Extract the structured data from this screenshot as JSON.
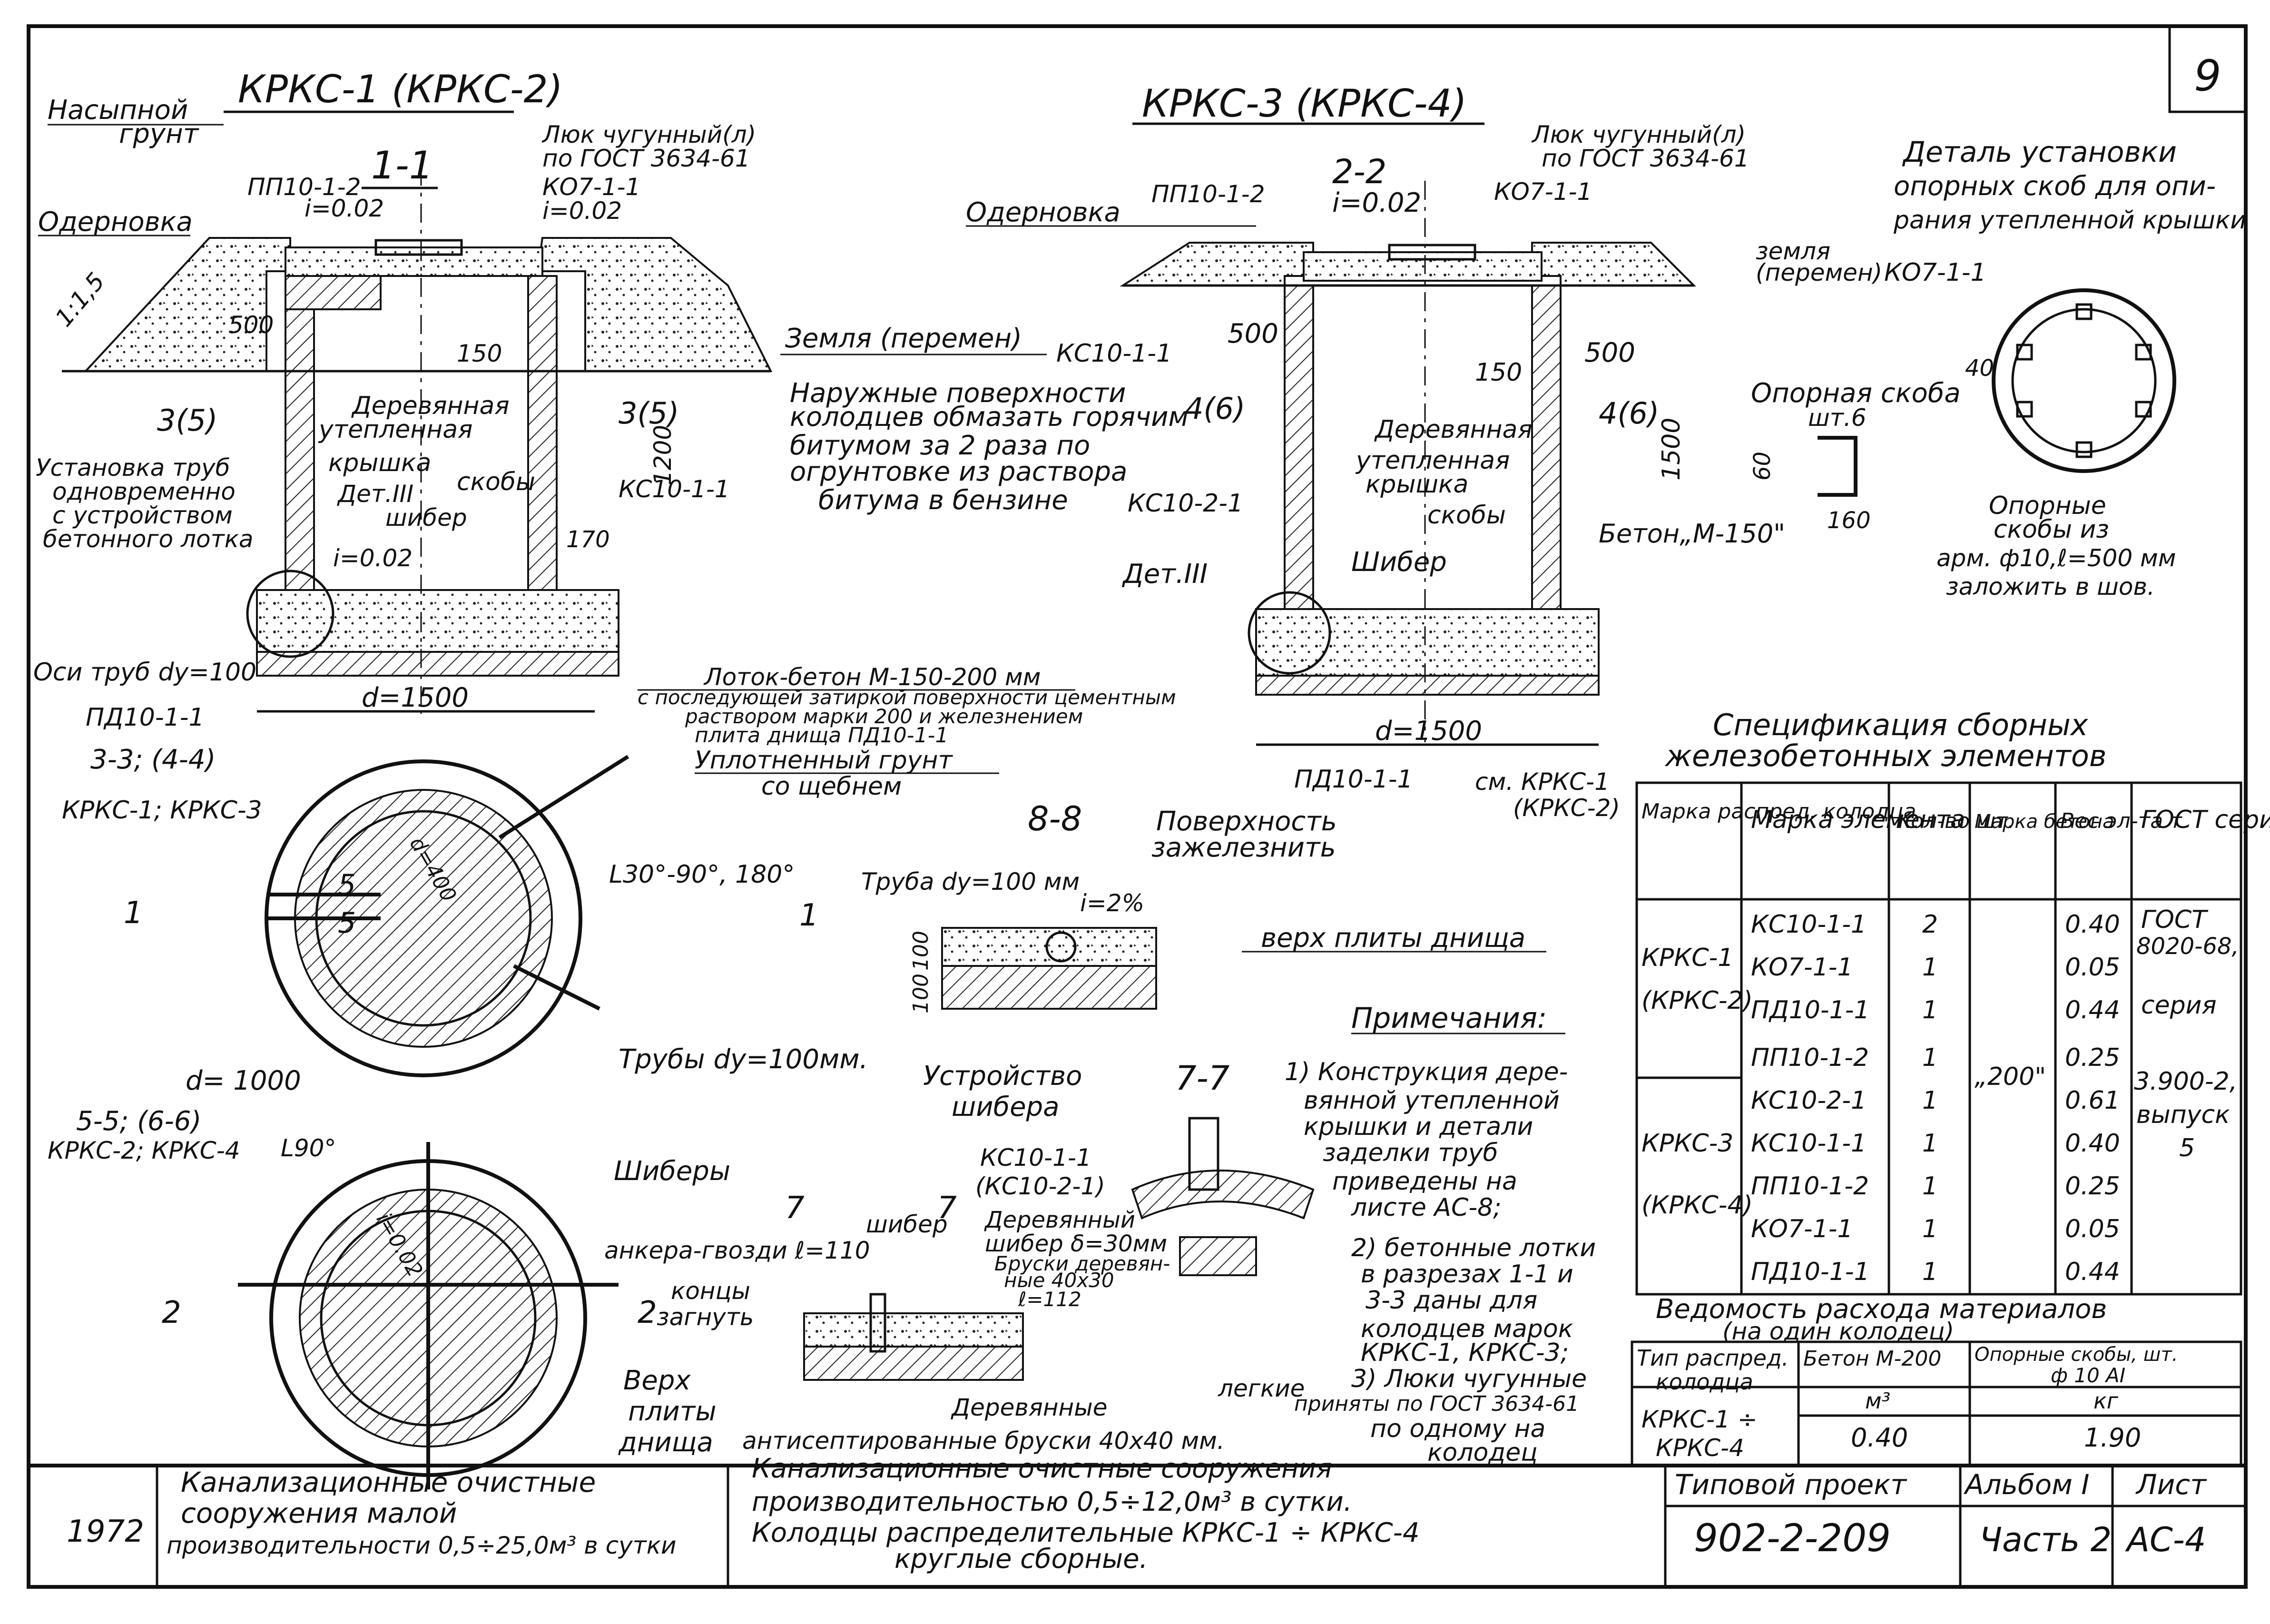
{
  "sheet_number": "9",
  "left_section": {
    "title": "КРКС-1 (КРКС-2)",
    "section": "1-1",
    "labels": {
      "fill_soil_1": "Насыпной",
      "fill_soil_2": "грунт",
      "turf": "Одерновка",
      "slope": "1:1,5",
      "plate": "ПП10-1-2",
      "slope_i": "i=0.02",
      "hatch_1": "Люк чугунный(л)",
      "hatch_2": "по ГОСТ 3634-61",
      "ko": "КО7-1-1",
      "ko_slope": "i=0.02",
      "dim_500": "500",
      "dim_150": "150",
      "dim_1200": "1200",
      "dim_170": "170",
      "ground": "Земля (перемен)",
      "cut_left": "3(5)",
      "cut_right": "3(5)",
      "wood_cover_1": "Деревянная",
      "wood_cover_2": "утепленная",
      "wood_cover_3": "крышка",
      "brackets": "скобы",
      "ks": "КС10-1-1",
      "pipes_1": "Установка труб",
      "pipes_2": "одновременно",
      "pipes_3": "с устройством",
      "pipes_4": "бетонного лотка",
      "det": "Дет.III",
      "gate": "шибер",
      "slope_i2": "i=0.02",
      "pipe_axis": "Оси труб dу=100",
      "pd": "ПД10-1-1",
      "diam": "d=1500"
    }
  },
  "mid_notes": {
    "outer_1": "Наружные поверхности",
    "outer_2": "колодцев обмазать горячим",
    "outer_3": "битумом за 2 раза по",
    "outer_4": "огрунтовке из раствора",
    "outer_5": "битума в бензине",
    "tray_1": "Лоток-бетон М-150-200 мм",
    "tray_2": "с последующей затиркой поверхности цементным",
    "tray_3": "раствором марки 200 и железнением",
    "tray_4": "плита днища ПД10-1-1",
    "soil_1": "Уплотненный грунт",
    "soil_2": "со щебнем"
  },
  "right_section": {
    "title": "КРКС-3 (КРКС-4)",
    "section": "2-2",
    "labels": {
      "turf": "Одерновка",
      "plate": "ПП10-1-2",
      "slope_i": "i=0.02",
      "hatch_1": "Люк чугунный(л)",
      "hatch_2": "по ГОСТ 3634-61",
      "ko": "КО7-1-1",
      "ground_1": "земля",
      "ground_2": "(перемен)",
      "dim_500a": "500",
      "dim_500b": "500",
      "dim_150": "150",
      "dim_1500": "1500",
      "ks1": "КС10-1-1",
      "ks2": "КС10-2-1",
      "cut_left": "4(6)",
      "cut_right": "4(6)",
      "wood_cover_1": "Деревянная",
      "wood_cover_2": "утепленная",
      "wood_cover_3": "крышка",
      "brackets": "скобы",
      "gate": "Шибер",
      "concrete": "Бетон„М-150\"",
      "det": "Дет.III",
      "pd": "ПД10-1-1",
      "diam": "d=1500",
      "see_1": "см. КРКС-1",
      "see_2": "(КРКС-2)"
    }
  },
  "detail": {
    "title_1": "Деталь установки",
    "title_2": "опорных скоб для опи-",
    "title_3": "рания утепленной крышки",
    "ko": "КО7-1-1",
    "dim_40": "40",
    "bracket_1": "Опорная скоба",
    "bracket_2": "шт.6",
    "dim_60": "60",
    "dim_160": "160",
    "note_1": "Опорные",
    "note_2": "скобы из",
    "note_3": "арм. ф10,ℓ=500 мм",
    "note_4": "заложить в шов."
  },
  "plan1": {
    "title_1": "3-3; (4-4)",
    "title_2": "КРКС-1; КРКС-3",
    "cut": "1",
    "angle": "L30°-90°, 180°",
    "num5a": "5",
    "num5b": "5",
    "diam400": "d=400",
    "pipes": "Трубы dу=100мм."
  },
  "plan2": {
    "d": "d= 1000",
    "title_1": "5-5; (6-6)",
    "title_2": "КРКС-2; КРКС-4",
    "angle": "L90°",
    "slope": "i=0.02",
    "cut_left": "2",
    "cut_right": "2",
    "gates": "Шиберы",
    "anchors": "анкера-гвозди ℓ=110",
    "ends_1": "концы",
    "ends_2": "загнуть",
    "top_1": "Верх",
    "top_2": "плиты",
    "top_3": "днища"
  },
  "section88": {
    "title": "8-8",
    "surface_1": "Поверхность",
    "surface_2": "зажелезнить",
    "pipe": "Труба dу=100 мм",
    "slope": "i=2%",
    "cut": "1",
    "top_plate": "верх плиты днища",
    "d100a": "100",
    "d100b": "100"
  },
  "gate_device": {
    "title_1": "Устройство",
    "title_2": "шибера",
    "ks_1": "КС10-1-1",
    "ks_2": "(КС10-2-1)",
    "cut": "7",
    "gate": "шибер",
    "wood_gate_1": "Деревянный",
    "wood_gate_2": "шибер δ=30мм",
    "bars_1": "Бруски деревян-",
    "bars_2": "ные 40х30",
    "bars_3": "ℓ=112",
    "section": "7-7",
    "wood_bars_1": "Деревянные",
    "wood_bars_2": "антисептированные бруски 40х40 мм.",
    "light": "легкие"
  },
  "notes": {
    "title": "Примечания:",
    "n1_1": "1) Конструкция дере-",
    "n1_2": "вянной утепленной",
    "n1_3": "крышки и детали",
    "n1_4": "заделки труб",
    "n1_5": "приведены на",
    "n1_6": "листе АС-8;",
    "n2_1": "2) бетонные лотки",
    "n2_2": "в разрезах 1-1 и",
    "n2_3": "3-3 даны для",
    "n2_4": "колодцев марок",
    "n2_5": "КРКС-1, КРКС-3;",
    "n3_1": "3) Люки чугунные",
    "n3_2": "приняты по ГОСТ 3634-61",
    "n3_3": "по одному на",
    "n3_4": "колодец"
  },
  "spec": {
    "title_1": "Спецификация сборных",
    "title_2": "железобетонных элементов",
    "headers": [
      "Марка распред. колодца",
      "Марка элемента",
      "Кол-во шт.",
      "Марка бетона",
      "Вес эл-та т",
      "ГОСТ серия"
    ],
    "groups": [
      {
        "name_1": "КРКС-1",
        "name_2": "(КРКС-2)"
      },
      {
        "name_1": "КРКС-3",
        "name_2": "(КРКС-4)"
      }
    ],
    "rows": [
      {
        "elem": "КС10-1-1",
        "qty": "2",
        "w": "0.40"
      },
      {
        "elem": "КО7-1-1",
        "qty": "1",
        "w": "0.05"
      },
      {
        "elem": "ПД10-1-1",
        "qty": "1",
        "w": "0.44"
      },
      {
        "elem": "ПП10-1-2",
        "qty": "1",
        "w": "0.25"
      },
      {
        "elem": "КС10-2-1",
        "qty": "1",
        "w": "0.61"
      },
      {
        "elem": "КС10-1-1",
        "qty": "1",
        "w": "0.40"
      },
      {
        "elem": "ПП10-1-2",
        "qty": "1",
        "w": "0.25"
      },
      {
        "elem": "КО7-1-1",
        "qty": "1",
        "w": "0.05"
      },
      {
        "elem": "ПД10-1-1",
        "qty": "1",
        "w": "0.44"
      }
    ],
    "concrete": "„200\"",
    "gost_1": "ГОСТ",
    "gost_2": "8020-68,",
    "gost_3": "серия",
    "gost_4": "3.900-2,",
    "gost_5": "выпуск",
    "gost_6": "5"
  },
  "materials": {
    "title_1": "Ведомость расхода материалов",
    "title_2": "(на один колодец)",
    "h1_1": "Тип распред.",
    "h1_2": "колодца",
    "h2": "Бетон М-200",
    "h3_1": "Опорные скобы, шт.",
    "h3_2": "ф 10 АI",
    "u2": "м³",
    "u3": "кг",
    "type_1": "КРКС-1 ÷",
    "type_2": "КРКС-4",
    "concrete": "0.40",
    "steel": "1.90"
  },
  "title_block": {
    "year": "1972",
    "name_1": "Канализационные очистные",
    "name_2": "сооружения малой",
    "name_3": "производительности 0,5÷25,0м³ в сутки",
    "desc_1": "Канализационные очистные сооружения",
    "desc_2": "производительностью 0,5÷12,0м³ в сутки.",
    "desc_3": "Колодцы распределительные КРКС-1 ÷ КРКС-4",
    "desc_4": "круглые сборные.",
    "project_label": "Типовой проект",
    "project": "902-2-209",
    "album_label": "Альбом I",
    "album": "Часть 2",
    "sheet_label": "Лист",
    "sheet": "АС-4"
  }
}
